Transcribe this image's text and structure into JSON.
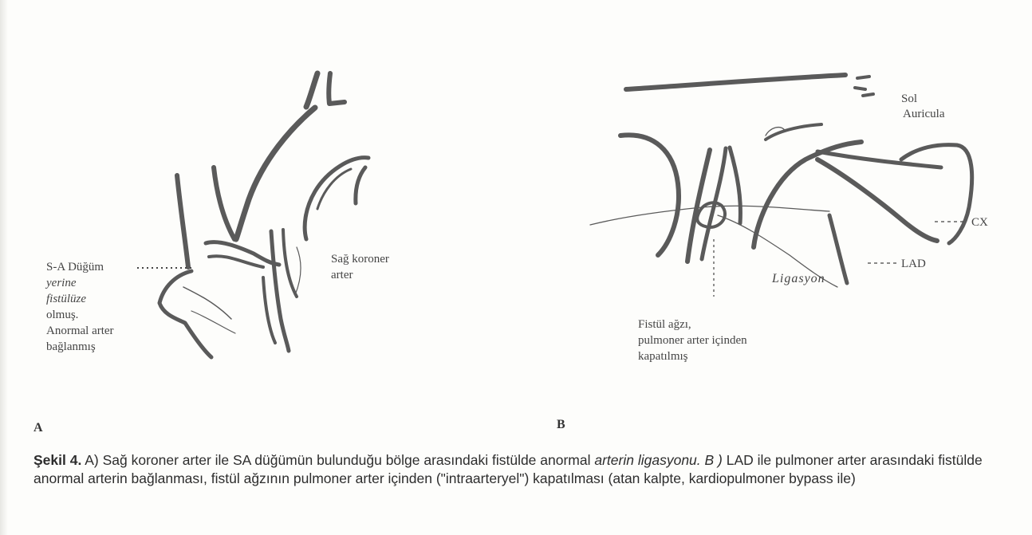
{
  "panel_a": {
    "letter": "A",
    "label_sa": [
      "S-A Düğüm",
      "yerine",
      "fistülüze",
      "olmuş.",
      "Anormal arter",
      "bağlanmış"
    ],
    "label_rca": [
      "Sağ koroner",
      "arter"
    ]
  },
  "panel_b": {
    "letter": "B",
    "label_sol": [
      "Sol",
      "Auricula"
    ],
    "label_cx": "CX",
    "label_lad": "LAD",
    "label_ligasyon": "Ligasyon",
    "label_fistul": [
      "Fistül ağzı,",
      "pulmoner arter içinden",
      "kapatılmış"
    ]
  },
  "caption": {
    "prefix": "Şekil 4.",
    "part1": " A) Sağ koroner arter ile SA düğümün bulunduğu bölge arasındaki fistülde anormal ",
    "italic1": "arterin ligasyonu. B ) ",
    "part2": "LAD ile pulmoner arter arasındaki fistülde anormal arterin bağlanması, fistül ağzının pulmoner arter içinden (\"intraarteryel\") kapatılması (atan kalpte, kardiopulmoner bypass ile)"
  }
}
